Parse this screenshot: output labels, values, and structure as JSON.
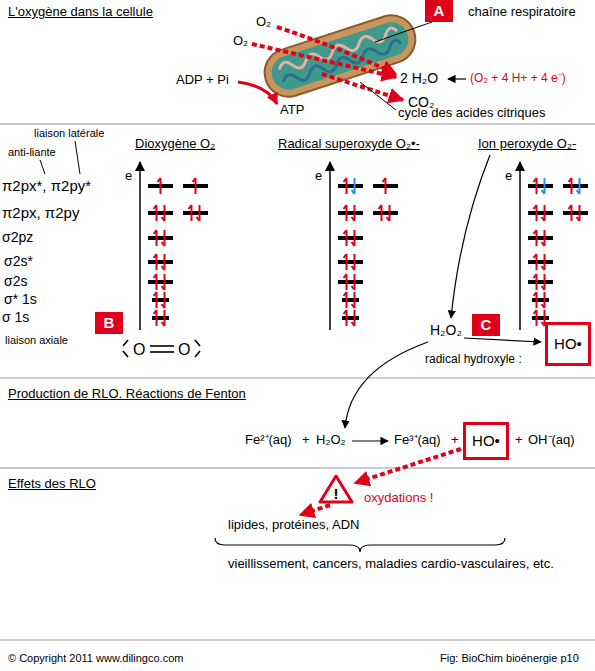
{
  "diagram": {
    "title": "L'oxygène dans la cellule",
    "nodes": [
      {
        "text": [
          "A"
        ]
      },
      {
        "text": [
          "B"
        ]
      },
      {
        "text": [
          "C"
        ]
      },
      {
        "text": [
          "HO•"
        ]
      },
      {
        "text": [
          "HO•"
        ]
      },
      {
        "text": [
          "!"
        ]
      }
    ],
    "edges": [
      {
        "from": 4,
        "to": 5,
        "arrow": "to"
      }
    ],
    "labels": [
      "O₂",
      "O₂",
      "chaîne respiratoire",
      "2 H₂O",
      "(O₂ + 4 H+ + 4 e⁻)",
      "CO₂",
      "ADP + Pi",
      "ATP",
      "cycle des acides citriques",
      "liaison latérale",
      "anti-liante",
      "Dioxygène O₂",
      "Radical superoxyde O₂•-",
      "Ion peroxyde O₂-",
      "π2px*, π2py*",
      "e",
      "e",
      "e",
      "π2px, π2py",
      "σ2pz",
      "σ2s*",
      "σ2s",
      "σ* 1s",
      "σ 1s",
      "liaison axiale",
      "O",
      "O",
      "H₂O₂",
      "radical hydroxyle :",
      "Production de RLO. Réactions de Fenton",
      "Fe²⁺(aq)",
      "+",
      "H₂O₂",
      "Fe³⁺(aq)",
      "+",
      "+",
      "OH⁻(aq)",
      "Effets des RLO",
      "oxydations !",
      "lipides, protéines, ADN",
      "vieillissement, cancers, maladies cardio-vasculaires, etc.",
      "© Copyright 2011 www.dilingco.com",
      "Fig: BioChim bioénergie p10"
    ]
  }
}
